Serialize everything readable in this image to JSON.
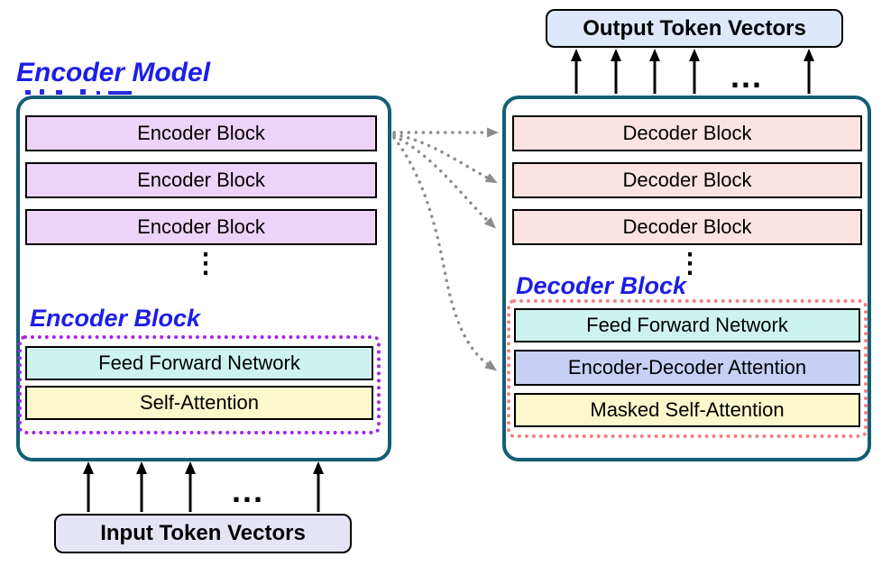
{
  "palette": {
    "container_border": "#135e74",
    "encoder_block_fill": "#eed3f8",
    "decoder_block_fill": "#fce3e3",
    "feed_forward_fill": "#cdf3ee",
    "self_attention_fill": "#fbf8cb",
    "encoder_decoder_attention_fill": "#c6d0f5",
    "input_box_fill": "#e4e4f6",
    "output_box_fill": "#dde8fb",
    "title_blue": "#1d1de8",
    "encoder_detail_dotted": "#a326e8",
    "decoder_detail_dotted": "#f47f7f",
    "cross_arrow_gray": "#8c8c8c",
    "solid_arrow_black": "#000000"
  },
  "encoder_model": {
    "title": "Encoder Model",
    "blocks": [
      "Encoder Block",
      "Encoder Block",
      "Encoder Block"
    ],
    "stack_ellipsis": "⋮",
    "detail": {
      "title": "Encoder Block",
      "layers": [
        "Feed Forward Network",
        "Self-Attention"
      ]
    },
    "input_ellipsis": "...",
    "input_box_label": "Input Token Vectors"
  },
  "decoder_model": {
    "output_box_label": "Output Token Vectors",
    "output_ellipsis": "...",
    "blocks": [
      "Decoder Block",
      "Decoder Block",
      "Decoder Block"
    ],
    "stack_ellipsis": "⋮",
    "detail": {
      "title": "Decoder Block",
      "layers": [
        "Feed Forward Network",
        "Encoder-Decoder Attention",
        "Masked Self-Attention"
      ]
    }
  }
}
